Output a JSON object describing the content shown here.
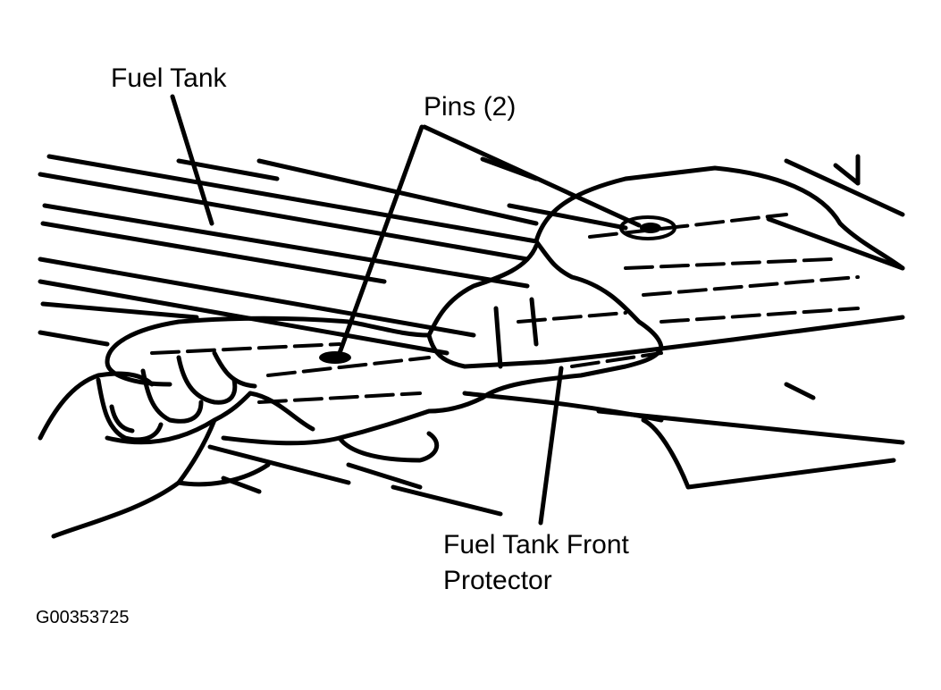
{
  "diagram": {
    "labels": {
      "fuel_tank": "Fuel Tank",
      "pins": "Pins (2)",
      "protector_line1": "Fuel Tank Front",
      "protector_line2": "Protector"
    },
    "figure_id": "G00353725"
  },
  "colors": {
    "ink": "#000000",
    "background": "#ffffff"
  }
}
